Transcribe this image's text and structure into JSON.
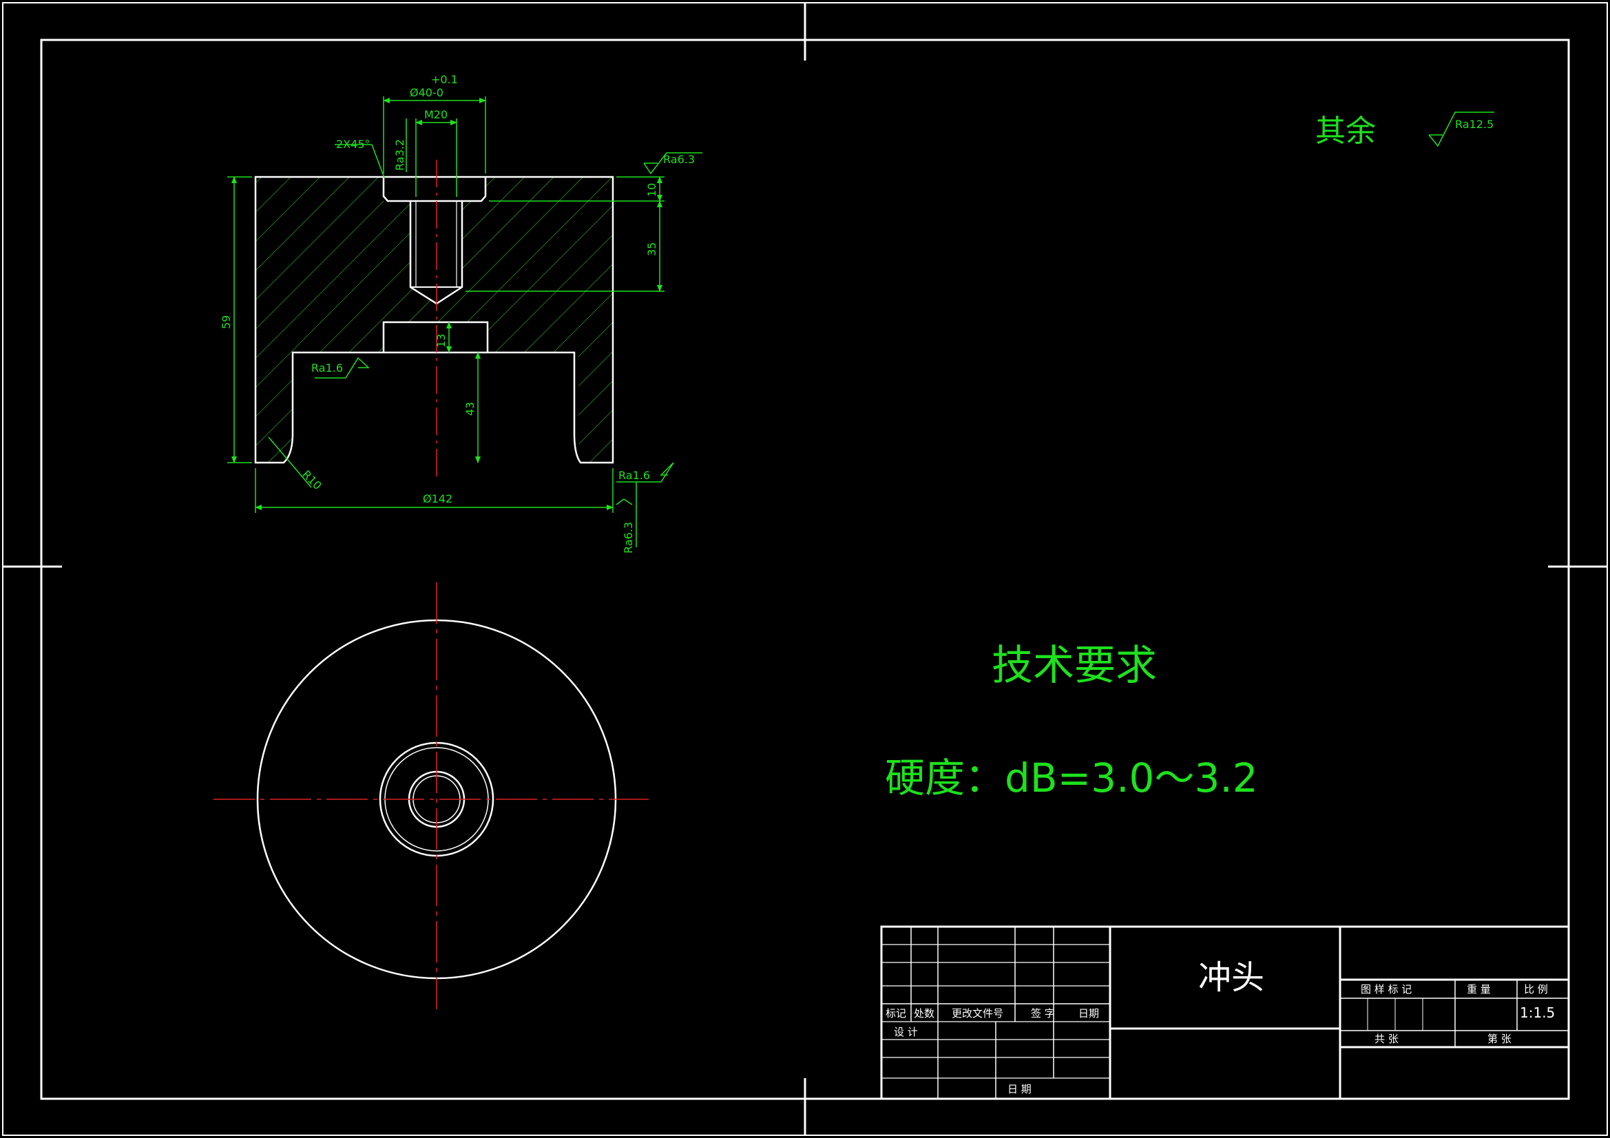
{
  "surface_finish_other": {
    "label": "其余",
    "value": "Ra12.5"
  },
  "dimensions": {
    "bore_dia_tol": "+0.1",
    "bore_dia": "Ø40-0",
    "thread": "M20",
    "chamfer": "2X45°",
    "depth_10": "10",
    "depth_35": "35",
    "height_59": "59",
    "height_13": "13",
    "height_43": "43",
    "radius": "R10",
    "outer_dia": "Ø142"
  },
  "roughness": {
    "ra_3_2": "Ra3.2",
    "ra_6_3_top": "Ra6.3",
    "ra_1_6_inner": "Ra1.6",
    "ra_1_6_bottom": "Ra1.6",
    "ra_6_3_side": "Ra6.3"
  },
  "technical_requirements": {
    "title": "技术要求",
    "hardness": "硬度：dB=3.0～3.2"
  },
  "title_block": {
    "part_name": "冲头",
    "headers": {
      "mark": "标记",
      "count": "处数",
      "change_doc": "更改文件号",
      "signature": "签 字",
      "date": "日期",
      "design": "设 计",
      "date2": "日 期"
    },
    "drawing_mark": "图 样 标 记",
    "weight": "重 量",
    "scale_label": "比 例",
    "scale_value": "1:1.5",
    "total_sheets": "共 张",
    "sheet_no": "第 张"
  },
  "colors": {
    "background": "#000000",
    "lines": "#ffffff",
    "annotation": "#1ee11e",
    "center_line": "#e02020"
  }
}
